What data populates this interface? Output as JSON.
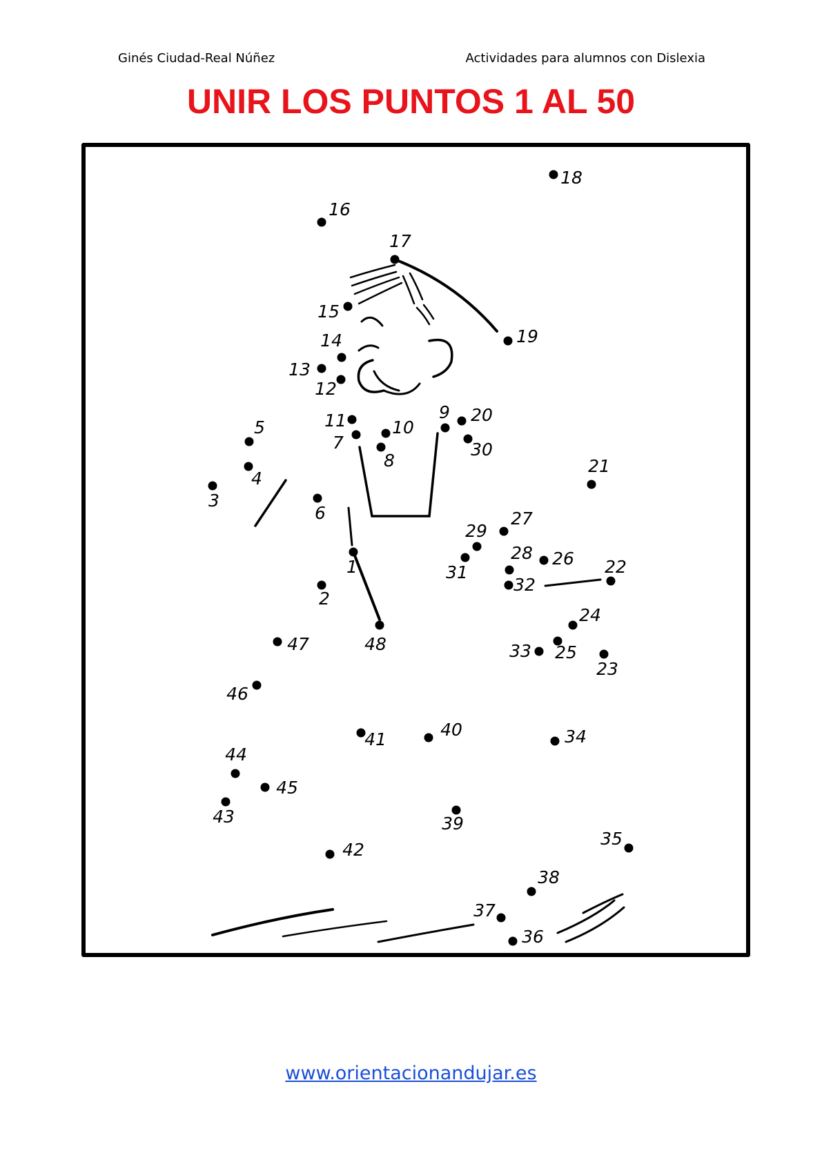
{
  "header": {
    "author": "Ginés Ciudad-Real Núñez",
    "series": "Actividades para alumnos con Dislexia"
  },
  "title": "UNIR LOS PUNTOS 1 AL 50",
  "footer": {
    "link": "www.orientacionandujar.es"
  },
  "colors": {
    "title": "#e8141b",
    "link": "#1a4fd8",
    "ink": "#000000"
  },
  "dots": [
    {
      "label": "1"
    },
    {
      "label": "2"
    },
    {
      "label": "3"
    },
    {
      "label": "4"
    },
    {
      "label": "5"
    },
    {
      "label": "6"
    },
    {
      "label": "7"
    },
    {
      "label": "8"
    },
    {
      "label": "9"
    },
    {
      "label": "10"
    },
    {
      "label": "11"
    },
    {
      "label": "12"
    },
    {
      "label": "13"
    },
    {
      "label": "14"
    },
    {
      "label": "15"
    },
    {
      "label": "16"
    },
    {
      "label": "17"
    },
    {
      "label": "18"
    },
    {
      "label": "19"
    },
    {
      "label": "20"
    },
    {
      "label": "21"
    },
    {
      "label": "22"
    },
    {
      "label": "23"
    },
    {
      "label": "24"
    },
    {
      "label": "25"
    },
    {
      "label": "26"
    },
    {
      "label": "27"
    },
    {
      "label": "28"
    },
    {
      "label": "29"
    },
    {
      "label": "30"
    },
    {
      "label": "31"
    },
    {
      "label": "32"
    },
    {
      "label": "33"
    },
    {
      "label": "34"
    },
    {
      "label": "35"
    },
    {
      "label": "36"
    },
    {
      "label": "37"
    },
    {
      "label": "38"
    },
    {
      "label": "39"
    },
    {
      "label": "40"
    },
    {
      "label": "41"
    },
    {
      "label": "42"
    },
    {
      "label": "43"
    },
    {
      "label": "44"
    },
    {
      "label": "45"
    },
    {
      "label": "46"
    },
    {
      "label": "47"
    },
    {
      "label": "48"
    }
  ]
}
